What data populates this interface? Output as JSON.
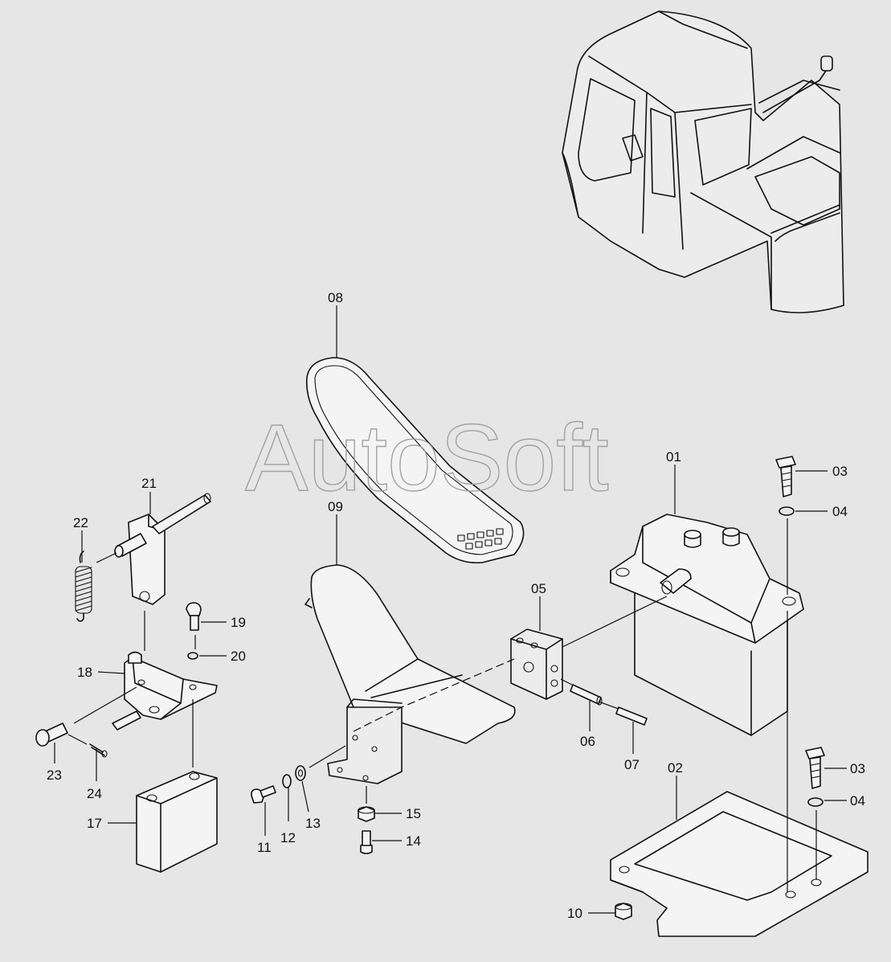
{
  "watermark": "AutoSoft",
  "labels": {
    "p01": "01",
    "p02": "02",
    "p03a": "03",
    "p03b": "03",
    "p04a": "04",
    "p04b": "04",
    "p05": "05",
    "p06": "06",
    "p07": "07",
    "p08": "08",
    "p09": "09",
    "p10": "10",
    "p11": "11",
    "p12": "12",
    "p13": "13",
    "p14": "14",
    "p15": "15",
    "p17": "17",
    "p18": "18",
    "p19": "19",
    "p20": "20",
    "p21": "21",
    "p22": "22",
    "p23": "23",
    "p24": "24"
  },
  "colors": {
    "background": "#e6e6e6",
    "line": "#111111",
    "watermark": "#9a9a9a"
  }
}
